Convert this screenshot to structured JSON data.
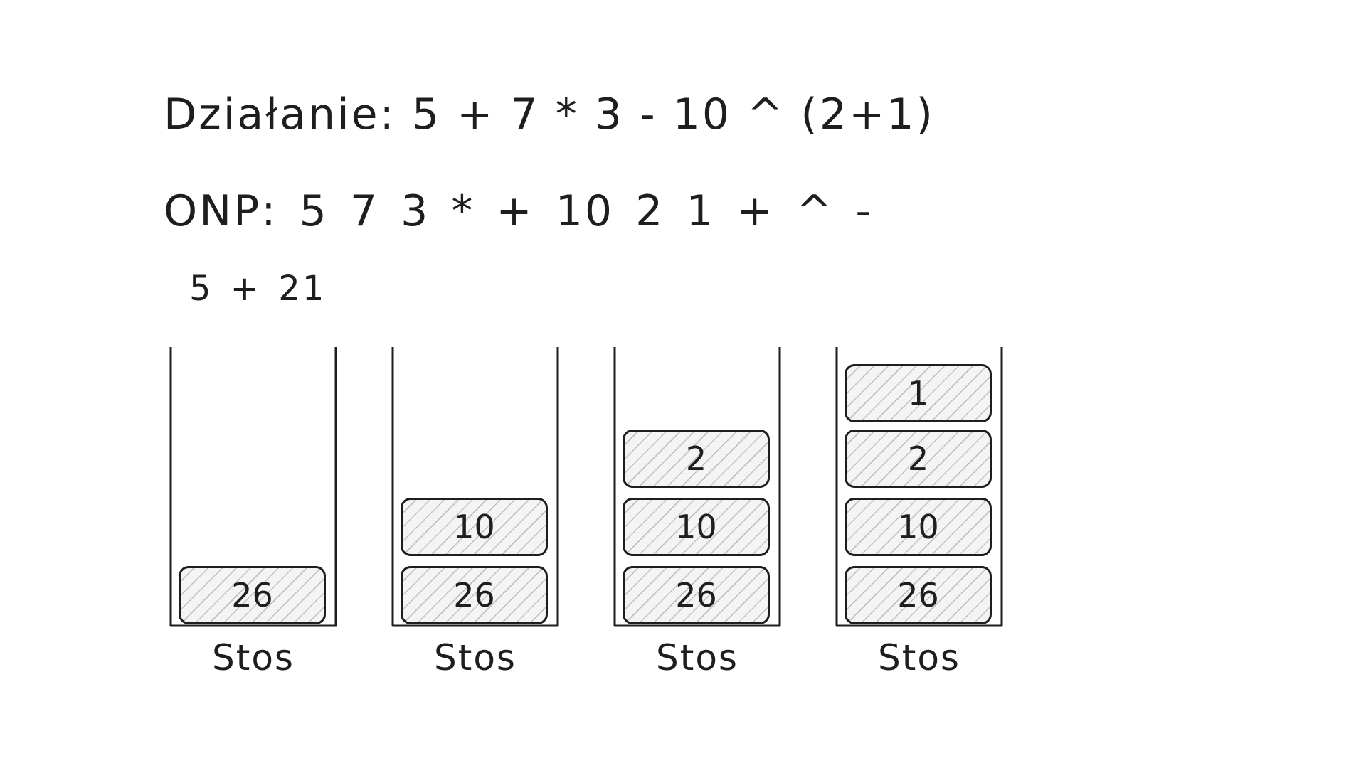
{
  "title": "Działanie: 5 + 7 * 3 - 10 ^ (2+1)",
  "rpn": "ONP: 5 7 3 * + 10 2 1 + ^ -",
  "partial": "5 + 21",
  "stack_label": "Stos",
  "stacks": [
    {
      "label": "Stos",
      "items": [
        "26"
      ]
    },
    {
      "label": "Stos",
      "items": [
        "26",
        "10"
      ]
    },
    {
      "label": "Stos",
      "items": [
        "26",
        "10",
        "2"
      ]
    },
    {
      "label": "Stos",
      "items": [
        "26",
        "10",
        "2",
        "1"
      ]
    }
  ]
}
